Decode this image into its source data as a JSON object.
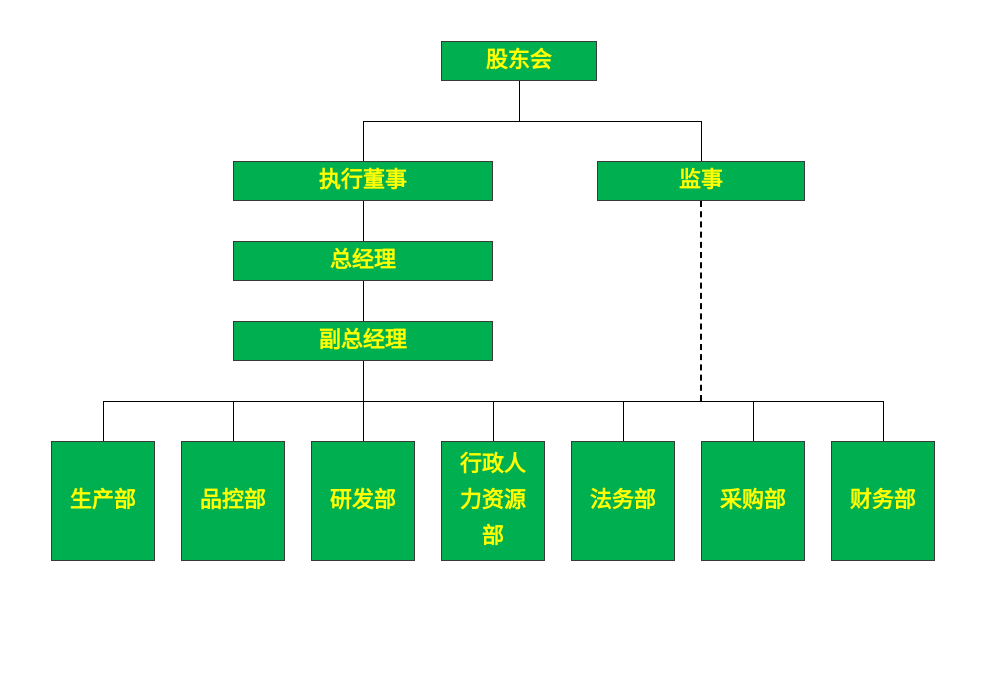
{
  "org": {
    "shareholders": "股东会",
    "executive_director": "执行董事",
    "supervisor": "监事",
    "general_manager": "总经理",
    "deputy_general_manager": "副总经理",
    "departments": [
      {
        "label": "生产部"
      },
      {
        "label": "品控部"
      },
      {
        "label": "研发部"
      },
      {
        "label": "行政人力资源部",
        "lines": [
          "行政人",
          "力资源",
          "部"
        ]
      },
      {
        "label": "法务部"
      },
      {
        "label": "采购部"
      },
      {
        "label": "财务部"
      }
    ]
  },
  "colors": {
    "box_fill": "#00b050",
    "box_text": "#ffff00",
    "box_border": "#3a3a3a",
    "connector": "#000000",
    "background": "#ffffff"
  }
}
